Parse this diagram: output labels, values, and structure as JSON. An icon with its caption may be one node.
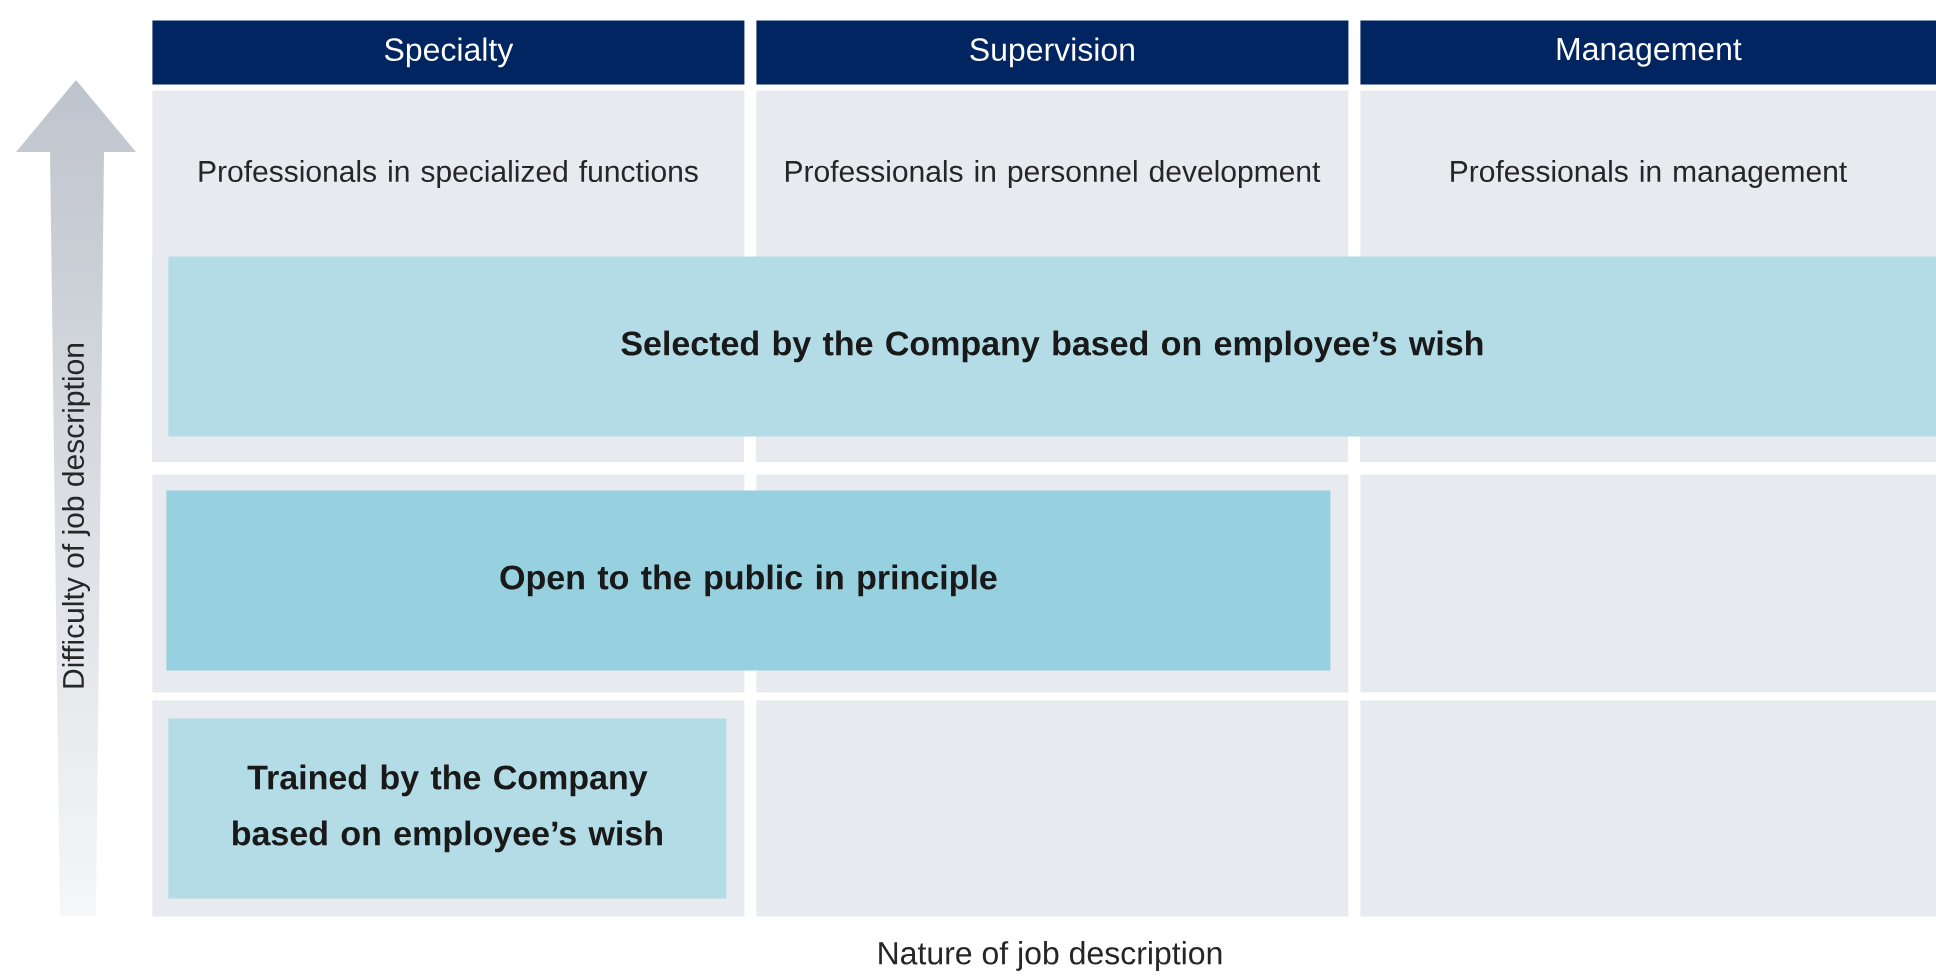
{
  "diagram": {
    "nodes": [
      {
        "text": [
          "Specialty"
        ]
      },
      {
        "text": [
          "Supervision"
        ]
      },
      {
        "text": [
          "Management"
        ]
      },
      {
        "text": [
          "Professionals in specialized functions"
        ]
      },
      {
        "text": [
          "Professionals in personnel development"
        ]
      },
      {
        "text": [
          "Professionals in management"
        ]
      },
      {
        "text": [],
        "shape": "box"
      },
      {
        "text": [],
        "shape": "box"
      },
      {
        "text": [],
        "shape": "box"
      },
      {
        "text": [],
        "shape": "box"
      },
      {
        "text": [],
        "shape": "box"
      },
      {
        "text": [],
        "shape": "box"
      },
      {
        "text": [
          "Selected by the Company based on employee’s wish"
        ]
      },
      {
        "text": [
          "Open to the public in principle"
        ]
      },
      {
        "text": [
          "Trained by the Company based on employee’s wish"
        ],
        "in": 9
      }
    ],
    "labels": [
      "Difficulty of job description",
      "Nature of job description"
    ]
  }
}
